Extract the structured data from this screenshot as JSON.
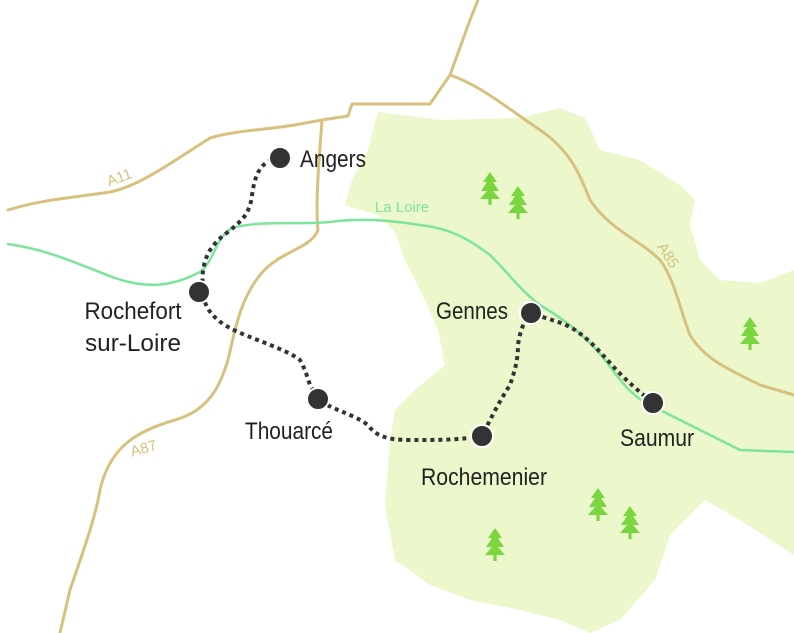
{
  "roads": {
    "a11": "A11",
    "a85": "A85",
    "a87": "A87",
    "color": "#d8c17e"
  },
  "river": {
    "name": "La Loire",
    "color": "#7de49b"
  },
  "forest": {
    "fill": "#ecf8cc",
    "tree_color": "#7ad63f",
    "tree_icon": "pine-tree-icon"
  },
  "route": {
    "color": "#333333",
    "style": "dotted"
  },
  "towns": [
    {
      "id": "angers",
      "name": "Angers"
    },
    {
      "id": "rochefort",
      "name_line1": "Rochefort",
      "name_line2": "sur-Loire"
    },
    {
      "id": "thouarce",
      "name": "Thouarcé"
    },
    {
      "id": "rochemenier",
      "name": "Rochemenier"
    },
    {
      "id": "gennes",
      "name": "Gennes"
    },
    {
      "id": "saumur",
      "name": "Saumur"
    }
  ]
}
